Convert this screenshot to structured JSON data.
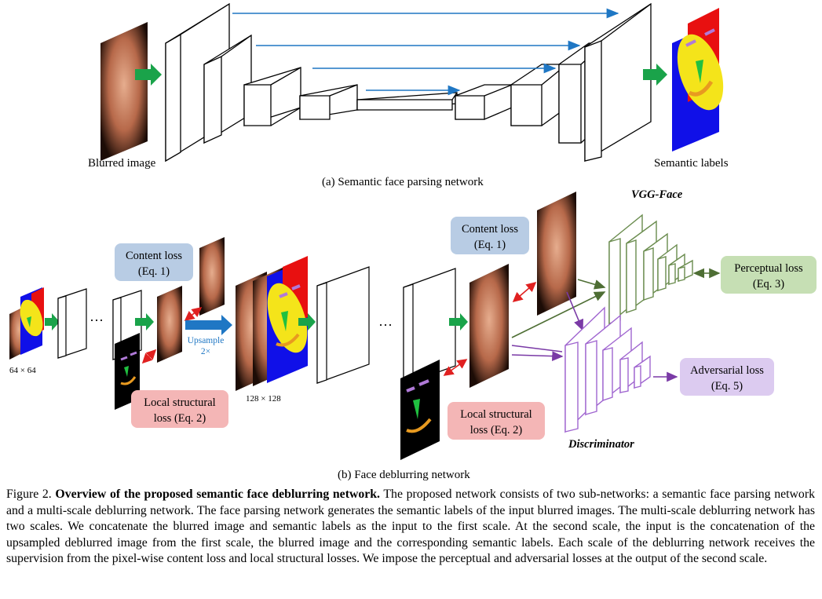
{
  "panel_a": {
    "blurred_label": "Blurred image",
    "semantic_label": "Semantic labels",
    "subcaption": "(a) Semantic face parsing network"
  },
  "panel_b": {
    "content_loss_1": [
      "Content loss",
      "(Eq. 1)"
    ],
    "content_loss_2": [
      "Content loss",
      "(Eq. 1)"
    ],
    "local_loss_1": [
      "Local structural",
      "loss (Eq. 2)"
    ],
    "local_loss_2": [
      "Local structural",
      "loss (Eq. 2)"
    ],
    "perceptual_loss": [
      "Perceptual loss",
      "(Eq. 3)"
    ],
    "adversarial_loss": [
      "Adversarial loss",
      "(Eq. 5)"
    ],
    "vgg_label": "VGG-Face",
    "discriminator_label": "Discriminator",
    "upsample_label": [
      "Upsample",
      "2×"
    ],
    "size_small": "64 × 64",
    "size_large": "128 × 128",
    "ellipsis": "···",
    "subcaption": "(b) Face deblurring network"
  },
  "caption": {
    "prefix": "Figure 2.",
    "bold": "Overview of the proposed semantic face deblurring network.",
    "body": "The proposed network consists of two sub-networks: a semantic face parsing network and a multi-scale deblurring network. The face parsing network generates the semantic labels of the input blurred images. The multi-scale deblurring network has two scales. We concatenate the blurred image and semantic labels as the input to the first scale. At the second scale, the input is the concatenation of the upsampled deblurred image from the first scale, the blurred image and the corresponding semantic labels. Each scale of the deblurring network receives the supervision from the pixel-wise content loss and local structural losses. We impose the perceptual and adversarial losses at the output of the second scale."
  },
  "colors": {
    "green_arrow": "#1aa34a",
    "blue_arrow": "#1f77c4",
    "content_box": "#b8cce4",
    "local_box": "#f4b6b6",
    "perceptual_box": "#c6dfb4",
    "adversarial_box": "#dccbf0",
    "vgg_stroke": "#6a8c4e",
    "disc_stroke": "#a066d0"
  }
}
